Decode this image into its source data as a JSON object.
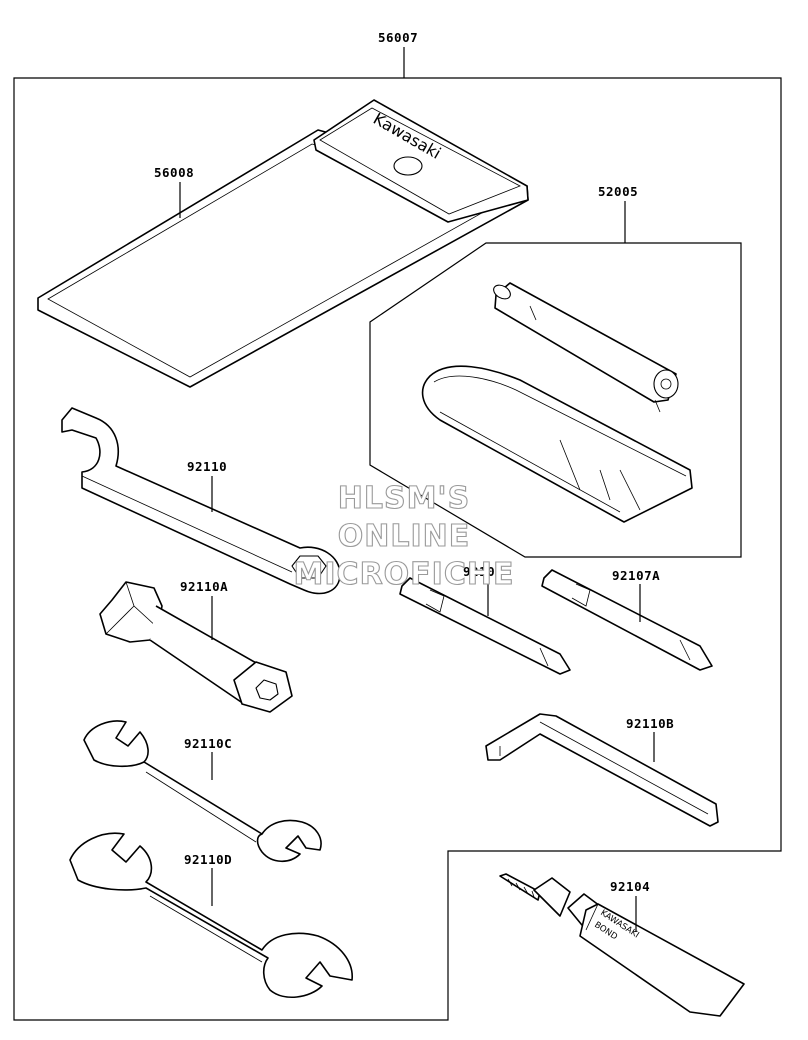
{
  "parts": {
    "p56007": "56007",
    "p56008": "56008",
    "p52005": "52005",
    "p92110": "92110",
    "p92110A": "92110A",
    "p92107": "92107",
    "p92107A": "92107A",
    "p92110B": "92110B",
    "p92110C": "92110C",
    "p92110D": "92110D",
    "p92104": "92104"
  },
  "pouch_brand": "Kawasaki",
  "tube_label": [
    "KAWASAKI",
    "BOND"
  ],
  "watermark": [
    "HLSM'S",
    "ONLINE",
    "MICROFICHE"
  ]
}
